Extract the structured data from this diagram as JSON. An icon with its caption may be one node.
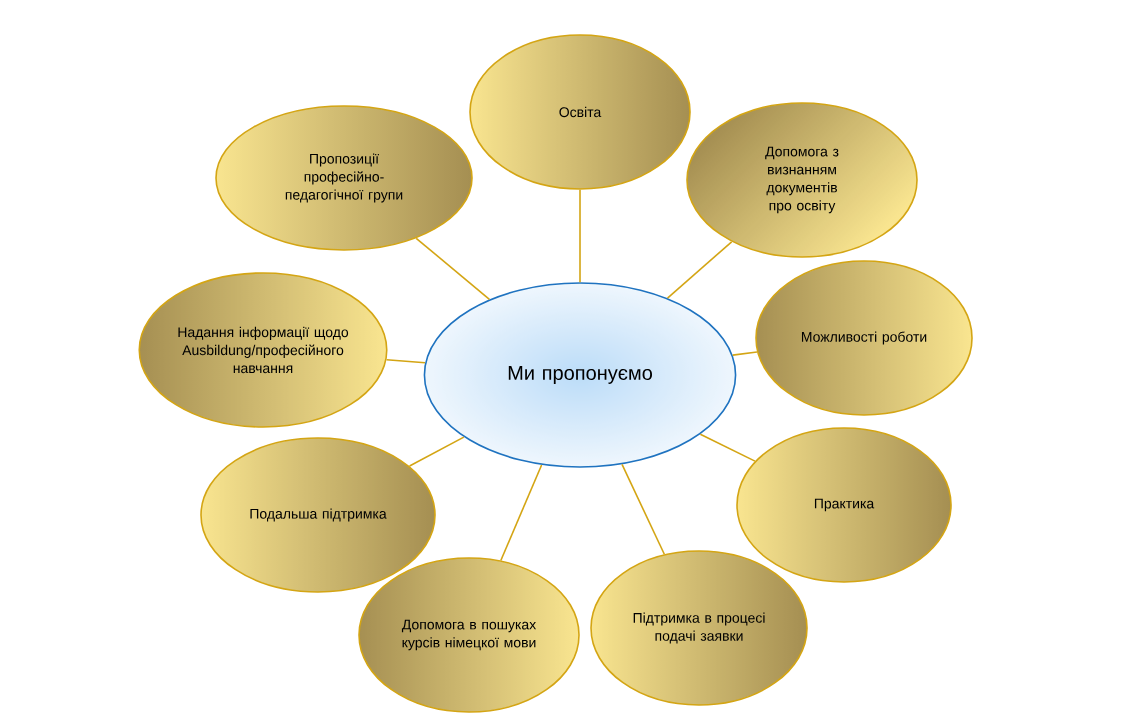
{
  "diagram": {
    "nodes": [
      {
        "text": [
          "Ми пропонуємо"
        ]
      },
      {
        "text": [
          "Освіта"
        ]
      },
      {
        "text": [
          "Допомога з визнанням документів про освіту"
        ]
      },
      {
        "text": [
          "Можливості роботи"
        ]
      },
      {
        "text": [
          "Практика"
        ]
      },
      {
        "text": [
          "Підтримка в процесі подачі заявки"
        ]
      },
      {
        "text": [
          "Допомога в пошуках курсів німецкої мови"
        ]
      },
      {
        "text": [
          "Подальша підтримка"
        ]
      },
      {
        "text": [
          "Надання інформації щодо Ausbildung/професійного навчання"
        ]
      },
      {
        "text": [
          "Пропозиції професійно-педагогічної групи"
        ]
      }
    ],
    "edges": [
      {
        "from": 0,
        "to": 1,
        "arrow": "none"
      },
      {
        "from": 0,
        "to": 2,
        "arrow": "none"
      },
      {
        "from": 0,
        "to": 3,
        "arrow": "none"
      },
      {
        "from": 0,
        "to": 4,
        "arrow": "none"
      },
      {
        "from": 0,
        "to": 5,
        "arrow": "none"
      },
      {
        "from": 0,
        "to": 6,
        "arrow": "none"
      },
      {
        "from": 0,
        "to": 7,
        "arrow": "none"
      },
      {
        "from": 0,
        "to": 8,
        "arrow": "none"
      },
      {
        "from": 0,
        "to": 9,
        "arrow": "none"
      }
    ]
  }
}
